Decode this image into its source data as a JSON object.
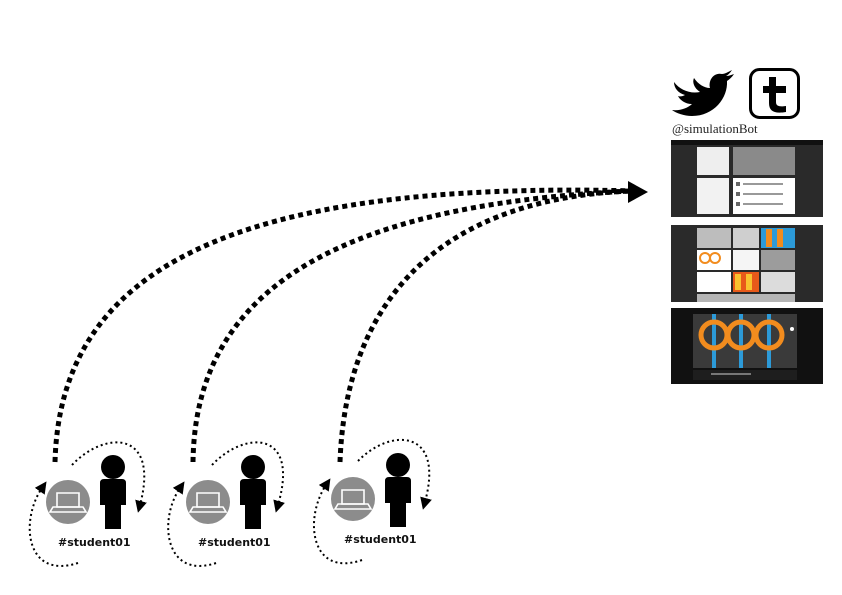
{
  "bot": {
    "handle": "@simulationBot",
    "icons": [
      "twitter-bird-icon",
      "tumblr-t-icon"
    ]
  },
  "students": [
    {
      "tag": "#student01"
    },
    {
      "tag": "#student01"
    },
    {
      "tag": "#student01"
    }
  ],
  "screenshots": [
    {
      "name": "twitter-profile-screenshot"
    },
    {
      "name": "simulation-results-grid-screenshot"
    },
    {
      "name": "simulation-rings-screenshot"
    }
  ],
  "colors": {
    "ink": "#000000",
    "laptop_circle": "#8c8c8c",
    "screen_bg": "#1a1a1a",
    "heat_orange": "#f28c1e",
    "heat_blue": "#2c9ad8"
  }
}
